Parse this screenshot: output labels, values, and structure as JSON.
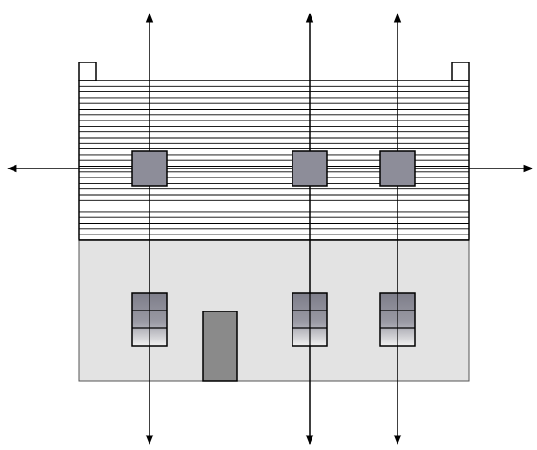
{
  "diagram": {
    "type": "house-facade-with-axes",
    "colors": {
      "background": "#ffffff",
      "outline": "#000000",
      "upper_fill": "#ffffff",
      "siding_lines": "#000000",
      "lower_fill": "#e3e3e3",
      "upper_window_fill": "#8d8d99",
      "lower_window_glass_top": "#7e7e8a",
      "lower_window_glass_bottom": "#f2f2f2",
      "door_fill": "#8a8a8a",
      "chimney_fill": "#ffffff",
      "arrow": "#000000"
    },
    "elements": {
      "chimneys": 2,
      "upper_windows": 3,
      "lower_windows": 3,
      "doors": 1,
      "vertical_axes": 3,
      "horizontal_axis": 1
    }
  }
}
